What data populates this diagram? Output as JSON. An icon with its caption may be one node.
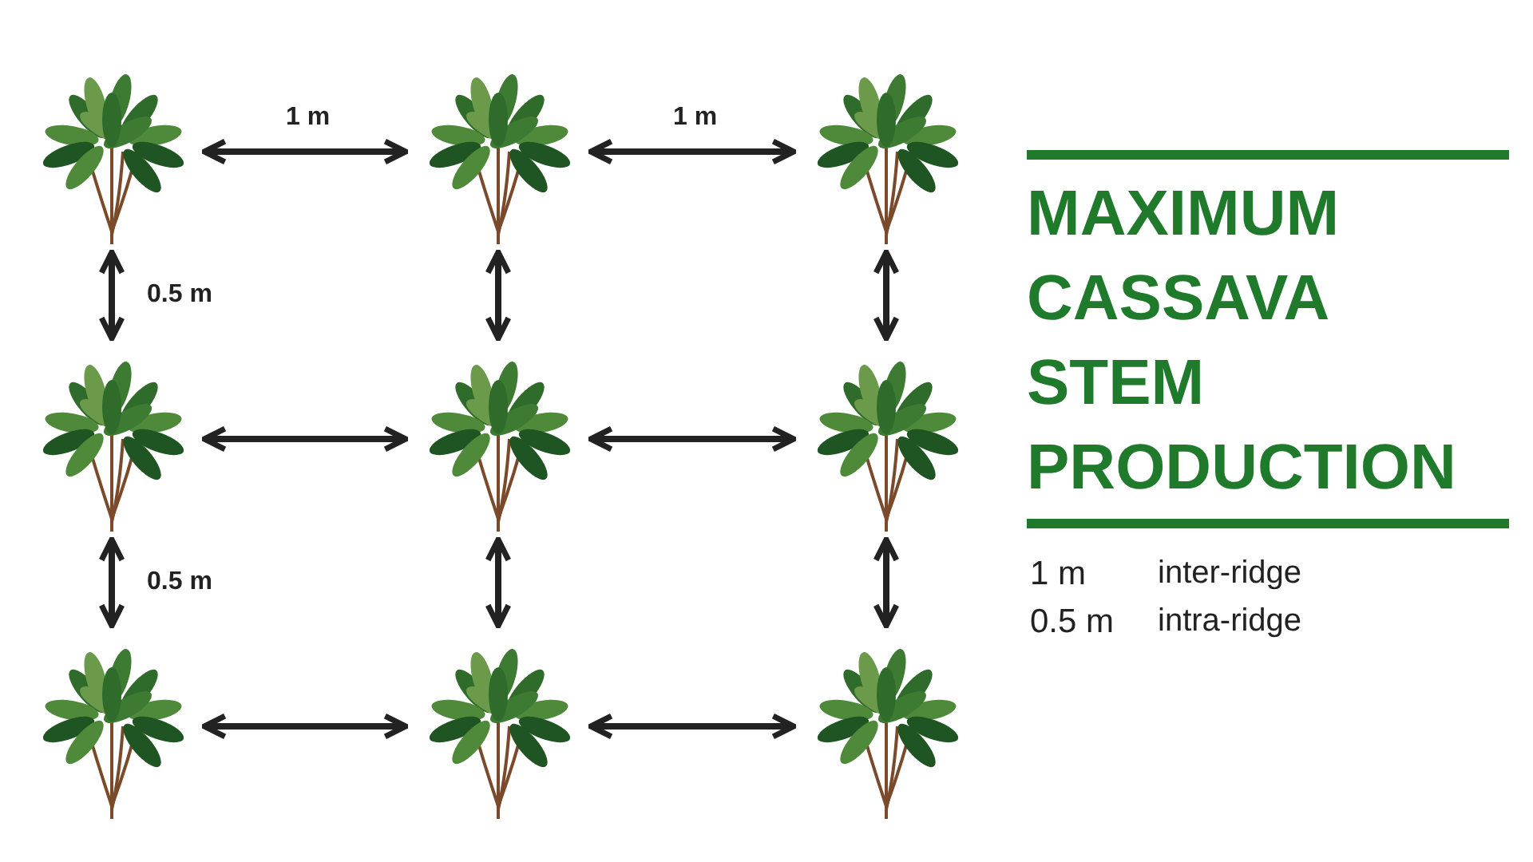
{
  "diagram": {
    "title": "MAXIMUM CASSAVA STEM PRODUCTION",
    "nodes": [
      {
        "text": [],
        "shape": "picture"
      },
      {
        "text": [],
        "shape": "picture"
      },
      {
        "text": [],
        "shape": "picture"
      },
      {
        "text": [],
        "shape": "picture"
      },
      {
        "text": [],
        "shape": "picture"
      },
      {
        "text": [],
        "shape": "picture"
      },
      {
        "text": [],
        "shape": "picture"
      },
      {
        "text": [],
        "shape": "picture"
      },
      {
        "text": [],
        "shape": "picture"
      }
    ],
    "edges": [
      {
        "from": 0,
        "to": 1,
        "arrow": "both",
        "label": "1 m"
      },
      {
        "from": 1,
        "to": 2,
        "arrow": "both",
        "label": "1 m"
      },
      {
        "from": 0,
        "to": 3,
        "arrow": "both",
        "label": "0.5 m"
      },
      {
        "from": 1,
        "to": 4,
        "arrow": "both"
      },
      {
        "from": 2,
        "to": 5,
        "arrow": "both"
      },
      {
        "from": 3,
        "to": 4,
        "arrow": "both"
      },
      {
        "from": 4,
        "to": 5,
        "arrow": "both"
      },
      {
        "from": 3,
        "to": 6,
        "arrow": "both",
        "label": "0.5 m"
      },
      {
        "from": 4,
        "to": 7,
        "arrow": "both"
      },
      {
        "from": 5,
        "to": 8,
        "arrow": "both"
      },
      {
        "from": 6,
        "to": 7,
        "arrow": "both"
      },
      {
        "from": 7,
        "to": 8,
        "arrow": "both"
      }
    ],
    "labels": [
      "1 m",
      "inter-ridge",
      "0.5 m",
      "intra-ridge"
    ]
  }
}
